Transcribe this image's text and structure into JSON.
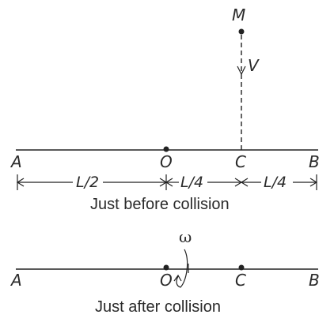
{
  "before": {
    "mass_label": "M",
    "velocity_label": "V",
    "point_a": "A",
    "point_o": "O",
    "point_c": "C",
    "point_b": "B",
    "dim_ao": "L/2",
    "dim_oc": "L/4",
    "dim_cb": "L/4",
    "caption": "Just before collision"
  },
  "after": {
    "omega_label": "ω",
    "point_a": "A",
    "point_o": "O",
    "point_c": "C",
    "point_b": "B",
    "caption": "Just after collision"
  }
}
